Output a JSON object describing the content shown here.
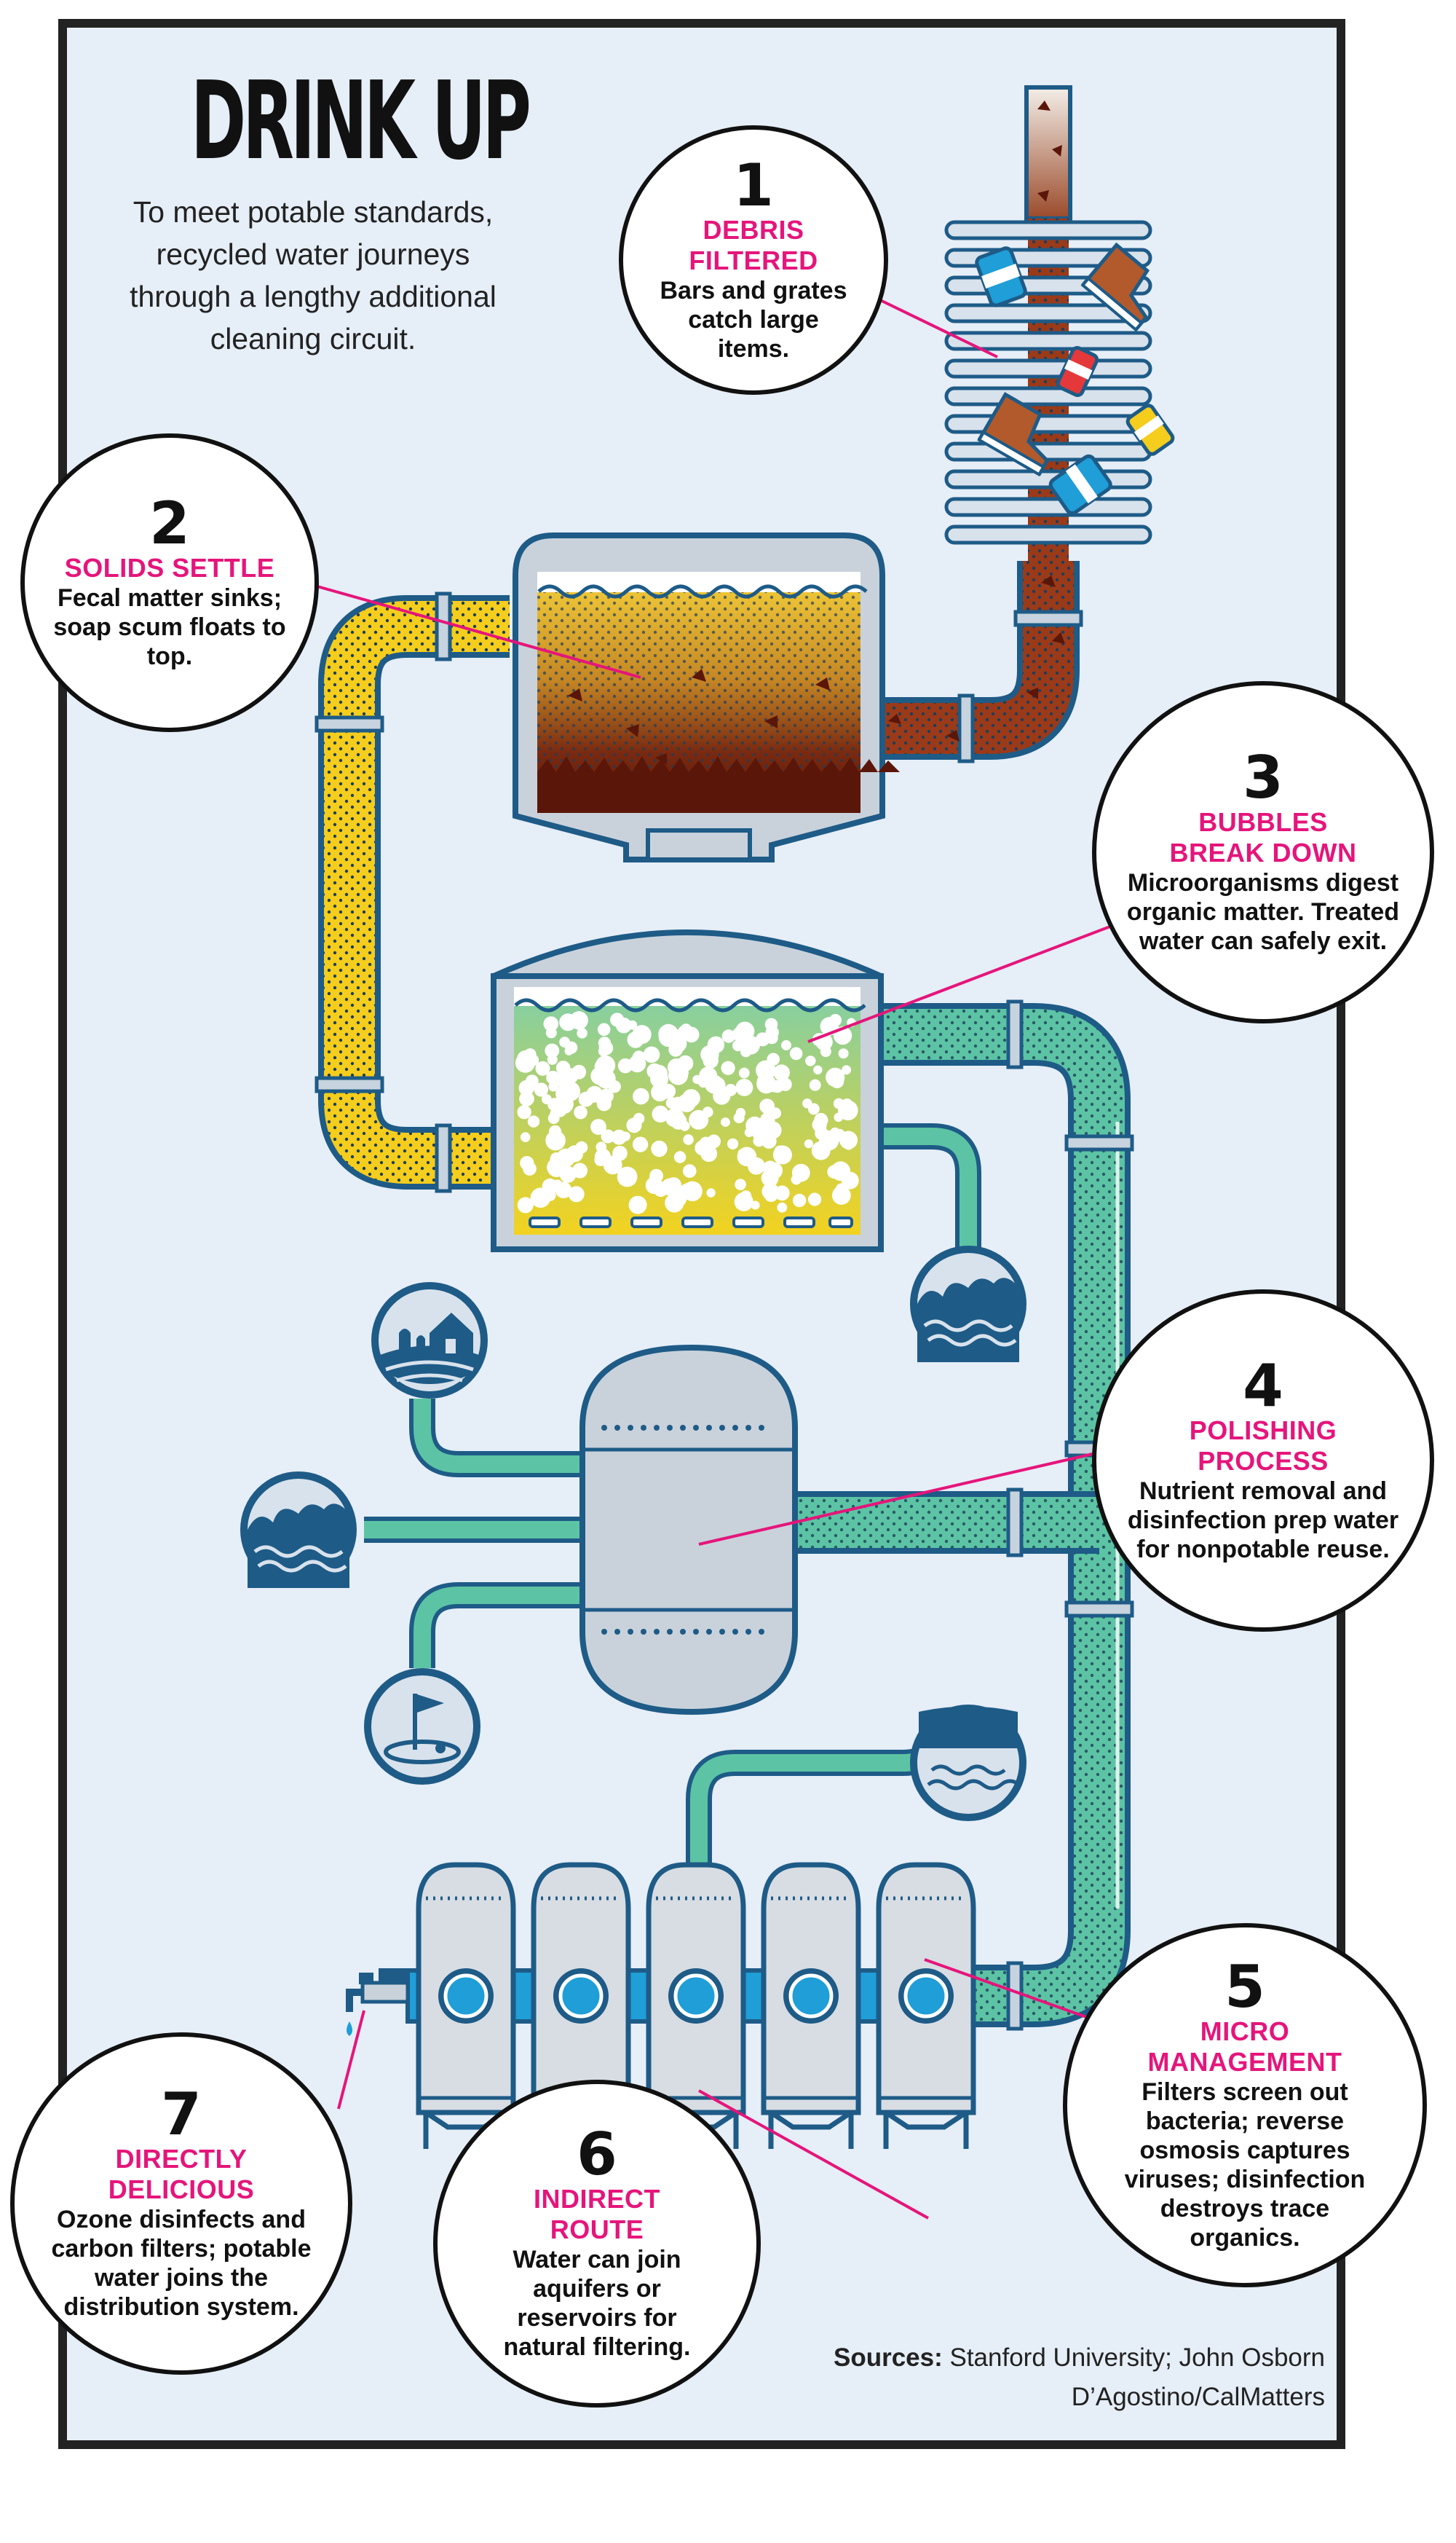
{
  "title": "DRINK UP",
  "intro": "To meet potable standards, recycled water journeys through a lengthy additional cleaning circuit.",
  "colors": {
    "outline": "#1e5b87",
    "sewage": "#8b3318",
    "yellow": "#f5cd1d",
    "green": "#5cc4a4",
    "blue": "#1f9ed8",
    "gray_tank": "#c9d2db",
    "magenta": "#e5157b"
  },
  "steps": [
    {
      "num": "1",
      "heading": "DEBRIS FILTERED",
      "body": "Bars and grates catch large items."
    },
    {
      "num": "2",
      "heading": "SOLIDS SETTLE",
      "body": "Fecal matter sinks; soap scum floats to top."
    },
    {
      "num": "3",
      "heading": "BUBBLES BREAK DOWN",
      "body": "Microorganisms digest organic matter. Treated water can safely exit."
    },
    {
      "num": "4",
      "heading": "POLISHING PROCESS",
      "body": "Nutrient removal and disinfection prep water for nonpotable reuse."
    },
    {
      "num": "5",
      "heading": "MICRO MANAGEMENT",
      "body": "Filters screen out bacteria; reverse osmosis captures viruses; disinfection destroys trace organics."
    },
    {
      "num": "6",
      "heading": "INDIRECT ROUTE",
      "body": "Water can join aquifers or reservoirs for natural filtering."
    },
    {
      "num": "7",
      "heading": "DIRECTLY DELICIOUS",
      "body": "Ozone disinfects and carbon filters; potable water joins the distribution system."
    }
  ],
  "sources": {
    "label": "Sources:",
    "text": "Stanford University; John Osborn D’Agostino/CalMatters"
  },
  "icons": [
    "farm-icon",
    "ocean-wave-icon",
    "golf-course-icon",
    "aquifer-icon",
    "faucet-icon"
  ]
}
